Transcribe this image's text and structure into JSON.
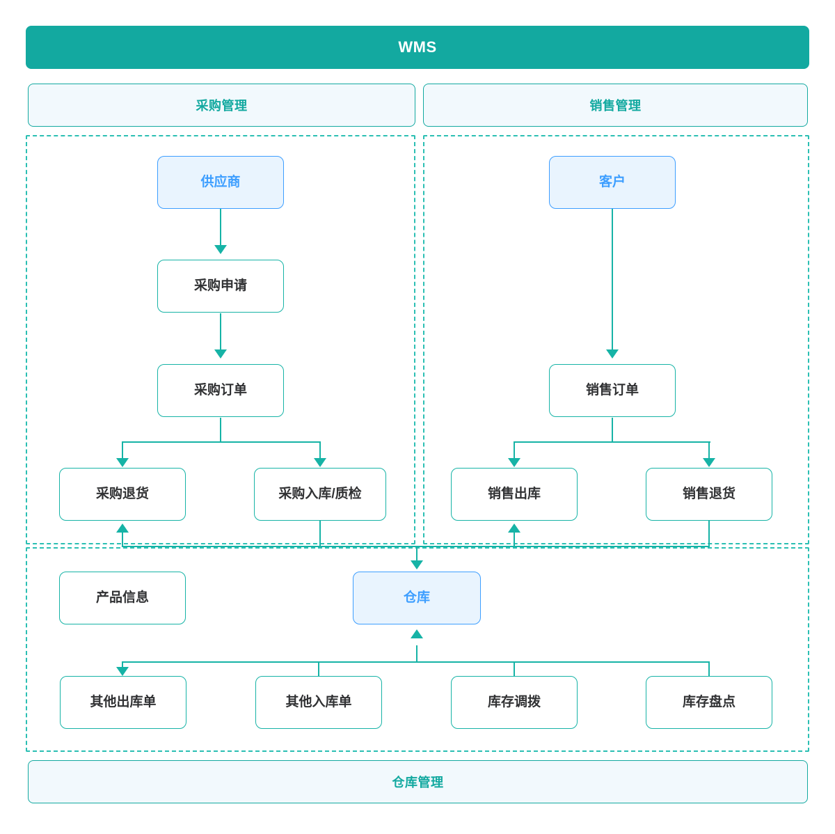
{
  "diagram": {
    "title": "WMS",
    "root_bar": {
      "label": "WMS"
    },
    "section_headers": [
      {
        "key": "purchase",
        "label": "采购管理"
      },
      {
        "key": "sales",
        "label": "销售管理"
      }
    ],
    "footer_bar": {
      "label": "仓库管理"
    },
    "groups": [
      {
        "key": "purchase-group",
        "label": "采购管理"
      },
      {
        "key": "sales-group",
        "label": "销售管理"
      },
      {
        "key": "warehouse-group",
        "label": "仓库管理"
      }
    ],
    "nodes": {
      "supplier": {
        "label": "供应商",
        "style": "accent",
        "section": "purchase"
      },
      "purchase_request": {
        "label": "采购申请",
        "style": "plain",
        "section": "purchase"
      },
      "purchase_order": {
        "label": "采购订单",
        "style": "plain",
        "section": "purchase"
      },
      "purchase_return": {
        "label": "采购退货",
        "style": "plain",
        "section": "purchase"
      },
      "purchase_inbound_qc": {
        "label": "采购入库/质检",
        "style": "plain",
        "section": "purchase"
      },
      "customer": {
        "label": "客户",
        "style": "accent",
        "section": "sales"
      },
      "sales_order": {
        "label": "销售订单",
        "style": "plain",
        "section": "sales"
      },
      "sales_outbound": {
        "label": "销售出库",
        "style": "plain",
        "section": "sales"
      },
      "sales_return": {
        "label": "销售退货",
        "style": "plain",
        "section": "sales"
      },
      "product_info": {
        "label": "产品信息",
        "style": "plain",
        "section": "warehouse"
      },
      "warehouse": {
        "label": "仓库",
        "style": "accent",
        "section": "warehouse"
      },
      "other_outbound": {
        "label": "其他出库单",
        "style": "plain",
        "section": "warehouse"
      },
      "other_inbound": {
        "label": "其他入库单",
        "style": "plain",
        "section": "warehouse"
      },
      "stock_transfer": {
        "label": "库存调拨",
        "style": "plain",
        "section": "warehouse"
      },
      "stock_count": {
        "label": "库存盘点",
        "style": "plain",
        "section": "warehouse"
      }
    },
    "edges": [
      {
        "from": "supplier",
        "to": "purchase_request",
        "arrow": "down"
      },
      {
        "from": "purchase_request",
        "to": "purchase_order",
        "arrow": "down"
      },
      {
        "from": "purchase_order",
        "to": "purchase_return",
        "arrow": "down"
      },
      {
        "from": "purchase_order",
        "to": "purchase_inbound_qc",
        "arrow": "down"
      },
      {
        "from": "customer",
        "to": "sales_order",
        "arrow": "down"
      },
      {
        "from": "sales_order",
        "to": "sales_outbound",
        "arrow": "down"
      },
      {
        "from": "sales_order",
        "to": "sales_return",
        "arrow": "down"
      },
      {
        "from": "purchase_inbound_qc",
        "to": "warehouse",
        "arrow": "down"
      },
      {
        "from": "sales_return",
        "to": "warehouse",
        "arrow": "down"
      },
      {
        "from": "warehouse",
        "to": "purchase_return",
        "arrow": "up"
      },
      {
        "from": "warehouse",
        "to": "sales_outbound",
        "arrow": "up"
      },
      {
        "from": "other_inbound",
        "to": "warehouse",
        "arrow": "up"
      },
      {
        "from": "stock_transfer",
        "to": "warehouse",
        "arrow": "up"
      },
      {
        "from": "stock_count",
        "to": "warehouse",
        "arrow": "up"
      },
      {
        "from": "warehouse",
        "to": "other_outbound",
        "arrow": "down"
      }
    ],
    "colors": {
      "teal": "#13A9A0",
      "teal_line": "#16B3A6",
      "teal_dash": "#2BBFB3",
      "accent_blue": "#3D9EFF",
      "accent_blue_fill": "#E9F4FE",
      "sub_bar_fill": "#F2F9FD",
      "text_dark": "#303133",
      "white": "#FFFFFF"
    }
  }
}
